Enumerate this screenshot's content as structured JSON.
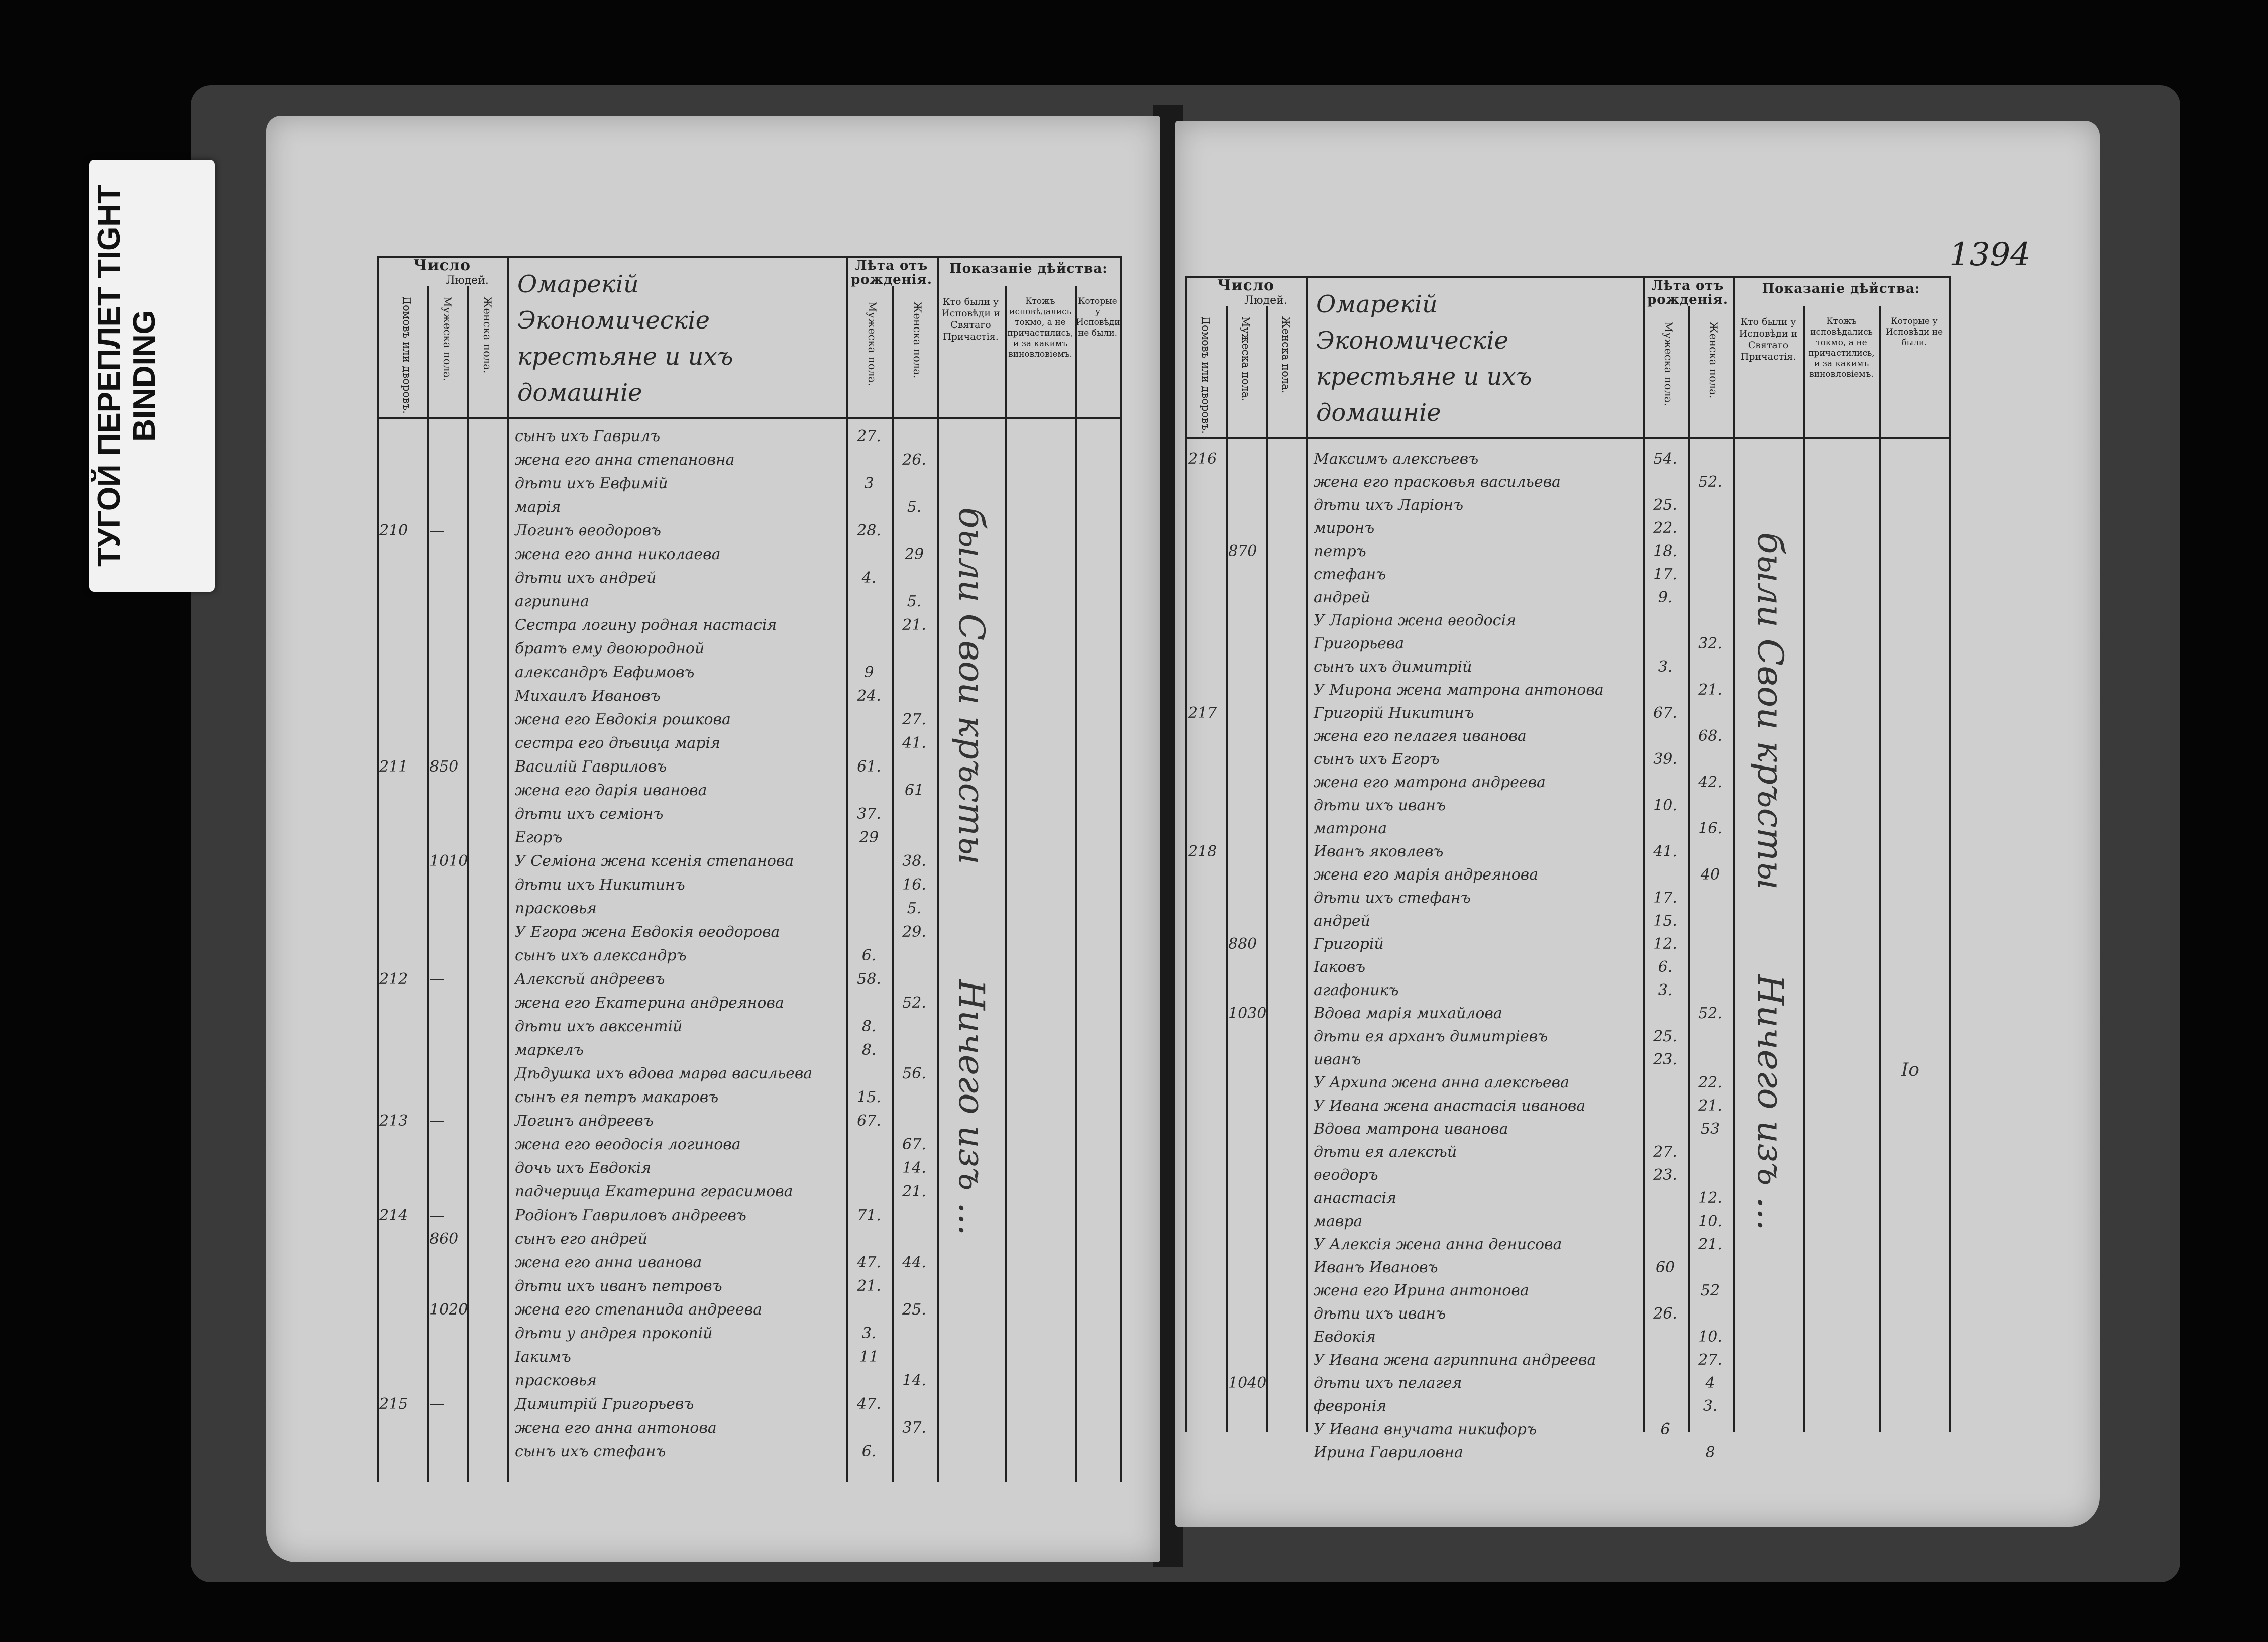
{
  "tab": {
    "text": "ТУГОЙ ПЕРЕПЛЕТ TIGHT BINDING"
  },
  "folio": "1394",
  "header": {
    "chislo": "Число",
    "lyudei": "Людей.",
    "domov": "Домовъ или дворовъ.",
    "muzh": "Мужеска пола.",
    "zhen": "Женска пола.",
    "leta_line1": "Лѣта отъ",
    "leta_line2": "рожденія.",
    "pokazanie": "Показаніе дѣйства:",
    "col_who": "Кто были у Исповѣди и Святаго Причастія.",
    "col_only": "Ктожъ исповѣдались токмо, а не причастились, и за какимъ виновловіемъ.",
    "col_not": "Которые у Исповѣди не были."
  },
  "left": {
    "title": "Омарекій Экономическіе крестьяне и ихъ домашніе",
    "note_top": "были Свои кръсты",
    "note_bottom": "Ничего изъ ...",
    "rows": [
      {
        "n": "",
        "dvor": "",
        "text": "сынъ ихъ Гаврилъ",
        "m": "27.",
        "f": ""
      },
      {
        "n": "",
        "dvor": "",
        "text": "жена его анна степановна",
        "m": "",
        "f": "26."
      },
      {
        "n": "",
        "dvor": "",
        "text": "дѣти ихъ Евфимій",
        "m": "3",
        "f": ""
      },
      {
        "n": "",
        "dvor": "",
        "text": "марія",
        "m": "",
        "f": "5."
      },
      {
        "n": "210",
        "dvor": "—",
        "text": "Логинъ ѳеодоровъ",
        "m": "28.",
        "f": ""
      },
      {
        "n": "",
        "dvor": "",
        "text": "жена его анна николаева",
        "m": "",
        "f": "29"
      },
      {
        "n": "",
        "dvor": "",
        "text": "дѣти ихъ андрей",
        "m": "4.",
        "f": ""
      },
      {
        "n": "",
        "dvor": "",
        "text": "агрипина",
        "m": "",
        "f": "5."
      },
      {
        "n": "",
        "dvor": "",
        "text": "Сестра логину родная настасія",
        "m": "",
        "f": "21."
      },
      {
        "n": "",
        "dvor": "",
        "text": "братъ ему двоюродной",
        "m": "",
        "f": ""
      },
      {
        "n": "",
        "dvor": "",
        "text": "александръ Евфимовъ",
        "m": "9",
        "f": ""
      },
      {
        "n": "",
        "dvor": "",
        "text": "Михаилъ Ивановъ",
        "m": "24.",
        "f": ""
      },
      {
        "n": "",
        "dvor": "",
        "text": "жена его Евдокія рошкова",
        "m": "",
        "f": "27."
      },
      {
        "n": "",
        "dvor": "",
        "text": "сестра его дѣвица марія",
        "m": "",
        "f": "41."
      },
      {
        "n": "211",
        "dvor": "850",
        "text": "Василій Гавриловъ",
        "m": "61.",
        "f": ""
      },
      {
        "n": "",
        "dvor": "",
        "text": "жена его дарія иванова",
        "m": "",
        "f": "61"
      },
      {
        "n": "",
        "dvor": "",
        "text": "дѣти ихъ семіонъ",
        "m": "37.",
        "f": ""
      },
      {
        "n": "",
        "dvor": "",
        "text": "Егоръ",
        "m": "29",
        "f": ""
      },
      {
        "n": "",
        "dvor": "1010",
        "text": "У Семіона жена ксенія степанова",
        "m": "",
        "f": "38."
      },
      {
        "n": "",
        "dvor": "",
        "text": "дѣти ихъ Никитинъ",
        "m": "",
        "f": "16."
      },
      {
        "n": "",
        "dvor": "",
        "text": "прасковья",
        "m": "",
        "f": "5."
      },
      {
        "n": "",
        "dvor": "",
        "text": "У Егора жена Евдокія ѳеодорова",
        "m": "",
        "f": "29."
      },
      {
        "n": "",
        "dvor": "",
        "text": "сынъ ихъ александръ",
        "m": "6.",
        "f": ""
      },
      {
        "n": "212",
        "dvor": "—",
        "text": "Алексѣй андреевъ",
        "m": "58.",
        "f": ""
      },
      {
        "n": "",
        "dvor": "",
        "text": "жена его Екатерина андреянова",
        "m": "",
        "f": "52."
      },
      {
        "n": "",
        "dvor": "",
        "text": "дѣти ихъ авксентій",
        "m": "8.",
        "f": ""
      },
      {
        "n": "",
        "dvor": "",
        "text": "маркелъ",
        "m": "8.",
        "f": ""
      },
      {
        "n": "",
        "dvor": "",
        "text": "Дѣдушка ихъ вдова марѳа васильева",
        "m": "",
        "f": "56."
      },
      {
        "n": "",
        "dvor": "",
        "text": "сынъ ея петръ макаровъ",
        "m": "15.",
        "f": ""
      },
      {
        "n": "213",
        "dvor": "—",
        "text": "Логинъ андреевъ",
        "m": "67.",
        "f": ""
      },
      {
        "n": "",
        "dvor": "",
        "text": "жена его ѳеодосія логинова",
        "m": "",
        "f": "67."
      },
      {
        "n": "",
        "dvor": "",
        "text": "дочь ихъ Евдокія",
        "m": "",
        "f": "14."
      },
      {
        "n": "",
        "dvor": "",
        "text": "падчерица Екатерина герасимова",
        "m": "",
        "f": "21."
      },
      {
        "n": "214",
        "dvor": "—",
        "text": "Родіонъ Гавриловъ андреевъ",
        "m": "71.",
        "f": ""
      },
      {
        "n": "",
        "dvor": "860",
        "text": "сынъ его андрей",
        "m": "",
        "f": ""
      },
      {
        "n": "",
        "dvor": "",
        "text": "жена его анна иванова",
        "m": "47.",
        "f": "44."
      },
      {
        "n": "",
        "dvor": "",
        "text": "дѣти ихъ иванъ петровъ",
        "m": "21.",
        "f": ""
      },
      {
        "n": "",
        "dvor": "1020",
        "text": "жена его степанида андреева",
        "m": "",
        "f": "25."
      },
      {
        "n": "",
        "dvor": "",
        "text": "дѣти у андрея прокопій",
        "m": "3.",
        "f": ""
      },
      {
        "n": "",
        "dvor": "",
        "text": "Іакимъ",
        "m": "11",
        "f": ""
      },
      {
        "n": "",
        "dvor": "",
        "text": "прасковья",
        "m": "",
        "f": "14."
      },
      {
        "n": "215",
        "dvor": "—",
        "text": "Димитрій Григорьевъ",
        "m": "47.",
        "f": ""
      },
      {
        "n": "",
        "dvor": "",
        "text": "жена его анна антонова",
        "m": "",
        "f": "37."
      },
      {
        "n": "",
        "dvor": "",
        "text": "сынъ ихъ стефанъ",
        "m": "6.",
        "f": ""
      }
    ]
  },
  "right": {
    "title": "Омарекій Экономическіе крестьяне и ихъ домашніе",
    "note_top": "были Свои кръсты",
    "note_bottom": "Ничего изъ ...",
    "side_mark": "Іо",
    "rows": [
      {
        "n": "216",
        "dvor": "",
        "text": "Максимъ алексѣевъ",
        "m": "54.",
        "f": ""
      },
      {
        "n": "",
        "dvor": "",
        "text": "жена его прасковья васильева",
        "m": "",
        "f": "52."
      },
      {
        "n": "",
        "dvor": "",
        "text": "дѣти ихъ Ларіонъ",
        "m": "25.",
        "f": ""
      },
      {
        "n": "",
        "dvor": "",
        "text": "миронъ",
        "m": "22.",
        "f": ""
      },
      {
        "n": "",
        "dvor": "870",
        "text": "петръ",
        "m": "18.",
        "f": ""
      },
      {
        "n": "",
        "dvor": "",
        "text": "стефанъ",
        "m": "17.",
        "f": ""
      },
      {
        "n": "",
        "dvor": "",
        "text": "андрей",
        "m": "9.",
        "f": ""
      },
      {
        "n": "",
        "dvor": "",
        "text": "У Ларіона жена ѳеодосія",
        "m": "",
        "f": ""
      },
      {
        "n": "",
        "dvor": "",
        "text": "Григорьева",
        "m": "",
        "f": "32."
      },
      {
        "n": "",
        "dvor": "",
        "text": "сынъ ихъ димитрій",
        "m": "3.",
        "f": ""
      },
      {
        "n": "",
        "dvor": "",
        "text": "У Мирона жена матрона антонова",
        "m": "",
        "f": "21."
      },
      {
        "n": "217",
        "dvor": "",
        "text": "Григорій Никитинъ",
        "m": "67.",
        "f": ""
      },
      {
        "n": "",
        "dvor": "",
        "text": "жена его пелагея иванова",
        "m": "",
        "f": "68."
      },
      {
        "n": "",
        "dvor": "",
        "text": "сынъ ихъ Егоръ",
        "m": "39.",
        "f": ""
      },
      {
        "n": "",
        "dvor": "",
        "text": "жена его матрона андреева",
        "m": "",
        "f": "42."
      },
      {
        "n": "",
        "dvor": "",
        "text": "дѣти ихъ иванъ",
        "m": "10.",
        "f": ""
      },
      {
        "n": "",
        "dvor": "",
        "text": "матрона",
        "m": "",
        "f": "16."
      },
      {
        "n": "218",
        "dvor": "",
        "text": "Иванъ яковлевъ",
        "m": "41.",
        "f": ""
      },
      {
        "n": "",
        "dvor": "",
        "text": "жена его марія андреянова",
        "m": "",
        "f": "40"
      },
      {
        "n": "",
        "dvor": "",
        "text": "дѣти ихъ стефанъ",
        "m": "17.",
        "f": ""
      },
      {
        "n": "",
        "dvor": "",
        "text": "андрей",
        "m": "15.",
        "f": ""
      },
      {
        "n": "",
        "dvor": "880",
        "text": "Григорій",
        "m": "12.",
        "f": ""
      },
      {
        "n": "",
        "dvor": "",
        "text": "Іаковъ",
        "m": "6.",
        "f": ""
      },
      {
        "n": "",
        "dvor": "",
        "text": "агафоникъ",
        "m": "3.",
        "f": ""
      },
      {
        "n": "",
        "dvor": "1030",
        "text": "Вдова марія михайлова",
        "m": "",
        "f": "52."
      },
      {
        "n": "",
        "dvor": "",
        "text": "дѣти ея арханъ димитріевъ",
        "m": "25.",
        "f": ""
      },
      {
        "n": "",
        "dvor": "",
        "text": "иванъ",
        "m": "23.",
        "f": ""
      },
      {
        "n": "",
        "dvor": "",
        "text": "У Архипа жена анна алексѣева",
        "m": "",
        "f": "22."
      },
      {
        "n": "",
        "dvor": "",
        "text": "У Ивана жена анастасія иванова",
        "m": "",
        "f": "21."
      },
      {
        "n": "",
        "dvor": "",
        "text": "Вдова матрона иванова",
        "m": "",
        "f": "53"
      },
      {
        "n": "",
        "dvor": "",
        "text": "дѣти ея алексѣй",
        "m": "27.",
        "f": ""
      },
      {
        "n": "",
        "dvor": "",
        "text": "ѳеодоръ",
        "m": "23.",
        "f": ""
      },
      {
        "n": "",
        "dvor": "",
        "text": "анастасія",
        "m": "",
        "f": "12."
      },
      {
        "n": "",
        "dvor": "",
        "text": "мавра",
        "m": "",
        "f": "10."
      },
      {
        "n": "",
        "dvor": "",
        "text": "У Алексія жена анна денисова",
        "m": "",
        "f": "21."
      },
      {
        "n": "",
        "dvor": "",
        "text": "Иванъ Ивановъ",
        "m": "60",
        "f": ""
      },
      {
        "n": "",
        "dvor": "",
        "text": "жена его Ирина антонова",
        "m": "",
        "f": "52"
      },
      {
        "n": "",
        "dvor": "",
        "text": "дѣти ихъ иванъ",
        "m": "26.",
        "f": ""
      },
      {
        "n": "",
        "dvor": "",
        "text": "Евдокія",
        "m": "",
        "f": "10."
      },
      {
        "n": "",
        "dvor": "",
        "text": "У Ивана жена агриппина андреева",
        "m": "",
        "f": "27."
      },
      {
        "n": "",
        "dvor": "1040",
        "text": "дѣти ихъ пелагея",
        "m": "",
        "f": "4"
      },
      {
        "n": "",
        "dvor": "",
        "text": "февронія",
        "m": "",
        "f": "3."
      },
      {
        "n": "",
        "dvor": "",
        "text": "У Ивана внучата никифоръ",
        "m": "6",
        "f": ""
      },
      {
        "n": "",
        "dvor": "",
        "text": "Ирина Гавриловна",
        "m": "",
        "f": "8"
      }
    ]
  }
}
